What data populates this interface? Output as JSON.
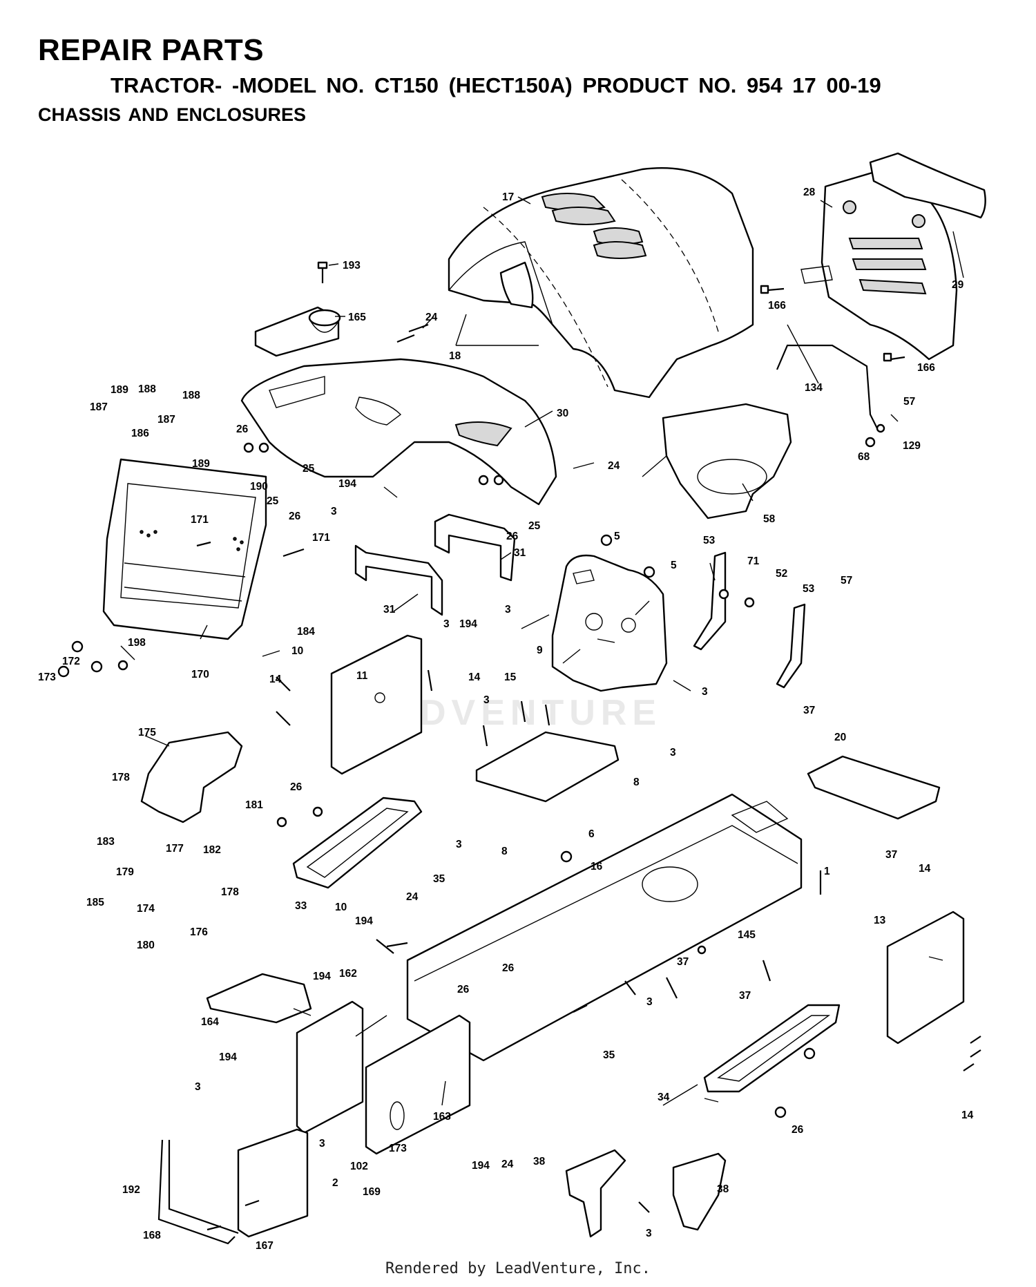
{
  "header": {
    "title": "REPAIR PARTS",
    "model_line": "TRACTOR- -MODEL NO. CT150 (HECT150A) PRODUCT NO. 954 17 00-19",
    "section": "CHASSIS AND ENCLOSURES"
  },
  "footer": {
    "credit": "Rendered by LeadVenture, Inc."
  },
  "watermark": {
    "text": "LEADVENTURE"
  },
  "callouts": {
    "c17": "17",
    "c28": "28",
    "c29": "29",
    "c193": "193",
    "c165": "165",
    "c24a": "24",
    "c18": "18",
    "c166a": "166",
    "c166b": "166",
    "c134": "134",
    "c57a": "57",
    "c129": "129",
    "c68": "68",
    "c189a": "189",
    "c188a": "188",
    "c187a": "187",
    "c186": "186",
    "c187b": "187",
    "c188b": "188",
    "c189b": "189",
    "c30": "30",
    "c26a": "26",
    "c25a": "25",
    "c24b": "24",
    "c58": "58",
    "c190": "190",
    "c25b": "25",
    "c26b": "26",
    "c171a": "171",
    "c171b": "171",
    "c194a": "194",
    "c3a": "3",
    "c26c": "26",
    "c25c": "25",
    "c31a": "31",
    "c31b": "31",
    "c3b": "3",
    "c194b": "194",
    "c3c": "3",
    "c5a": "5",
    "c5b": "5",
    "c53a": "53",
    "c71": "71",
    "c52": "52",
    "c53b": "53",
    "c57b": "57",
    "c198": "198",
    "c184": "184",
    "c10a": "10",
    "c172": "172",
    "c173a": "173",
    "c170": "170",
    "c9": "9",
    "c11": "11",
    "c14a": "14",
    "c15": "15",
    "c14b": "14",
    "c3d": "3",
    "c3e": "3",
    "c3f": "3",
    "c37a": "37",
    "c20": "20",
    "c175": "175",
    "c178a": "178",
    "c181": "181",
    "c26d": "26",
    "c8a": "8",
    "c6": "6",
    "c3g": "3",
    "c183": "183",
    "c177": "177",
    "c182": "182",
    "c179": "179",
    "c178b": "178",
    "c8b": "8",
    "c16": "16",
    "c37b": "37",
    "c185": "185",
    "c174": "174",
    "c35a": "35",
    "c33": "33",
    "c10b": "10",
    "c1": "1",
    "c14c": "14",
    "c180": "180",
    "c176": "176",
    "c24c": "24",
    "c194c": "194",
    "c13": "13",
    "c145": "145",
    "c194d": "194",
    "c162": "162",
    "c37c": "37",
    "c26e": "26",
    "c26f": "26",
    "c37d": "37",
    "c3h": "3",
    "c164": "164",
    "c194e": "194",
    "c35b": "35",
    "c34": "34",
    "c14d": "14",
    "c3i": "3",
    "c26g": "26",
    "c3j": "3",
    "c173b": "173",
    "c163": "163",
    "c194f": "194",
    "c24d": "24",
    "c38a": "38",
    "c102": "102",
    "c2": "2",
    "c192": "192",
    "c169": "169",
    "c3k": "3",
    "c38b": "38",
    "c168": "168",
    "c167": "167"
  }
}
